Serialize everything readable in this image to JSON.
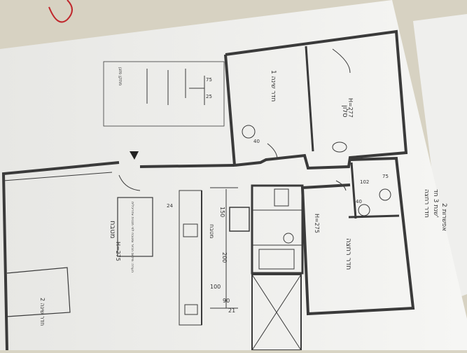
{
  "photo": {
    "kind": "photograph of a printed apartment floor plan on paper",
    "colors": {
      "background": "#d8d4c4",
      "paper": "#f3f3f1",
      "ink": "#3a3a3a",
      "fabric": "#2b3f6b",
      "string": "#c0282d"
    }
  },
  "plan": {
    "title_line1": "אפשרות 2",
    "title_line2": "שנת 3 חד'",
    "title_line3": "חדר רחצה",
    "room_upper_right_label": "סלון",
    "room_upper_right_height": "H=277",
    "room_upper_middle_label": "חדר שינה 1",
    "room_lower_right_label": "חדר רחצה",
    "room_lower_right_height": "H=275",
    "room_living_label": "מטבח",
    "room_living_height": "H=275",
    "room_bottom_left_label": "חדר שינה 2",
    "kitchen_label": "מטבח",
    "dim_150": "150",
    "dim_200": "200",
    "dim_100": "100",
    "dim_90": "90",
    "dim_21": "21",
    "dim_40_a": "40",
    "dim_40_b": "40",
    "dim_75": "75",
    "dim_102": "102",
    "dim_24": "24",
    "legend_75": "75",
    "legend_25": "25",
    "legend_text": "מתקן מזגן",
    "note_box_text": "הערה: מיקום הכיור ומטבח לפי תכנית אדריכלית"
  }
}
